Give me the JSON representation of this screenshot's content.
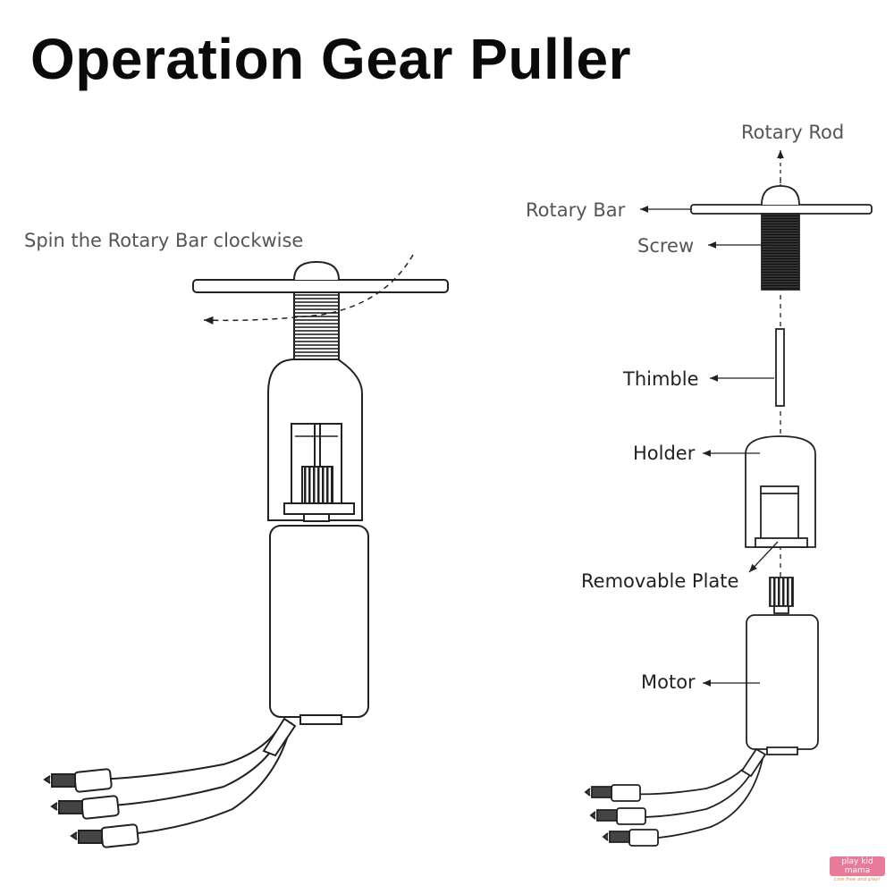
{
  "title": "Operation Gear Puller",
  "instruction": "Spin the Rotary Bar clockwise",
  "labels": {
    "rotary_rod": "Rotary Rod",
    "rotary_bar": "Rotary Bar",
    "screw": "Screw",
    "thimble": "Thimble",
    "holder": "Holder",
    "removable_plate": "Removable Plate",
    "motor": "Motor"
  },
  "watermark": {
    "logo": "play kid mama",
    "tagline": "Live free and play!"
  }
}
